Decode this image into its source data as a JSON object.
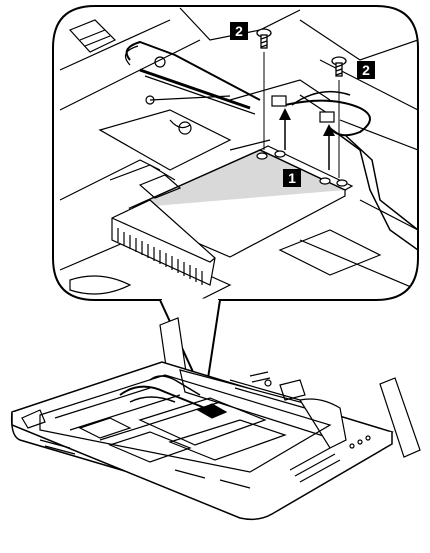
{
  "callouts": {
    "item_1": "1",
    "item_2_left": "2",
    "item_2_right": "2"
  },
  "colors": {
    "line": "#000000",
    "card_fill": "#d9d9d9",
    "background": "#ffffff",
    "callout_fill": "#000000",
    "callout_text": "#ffffff"
  }
}
